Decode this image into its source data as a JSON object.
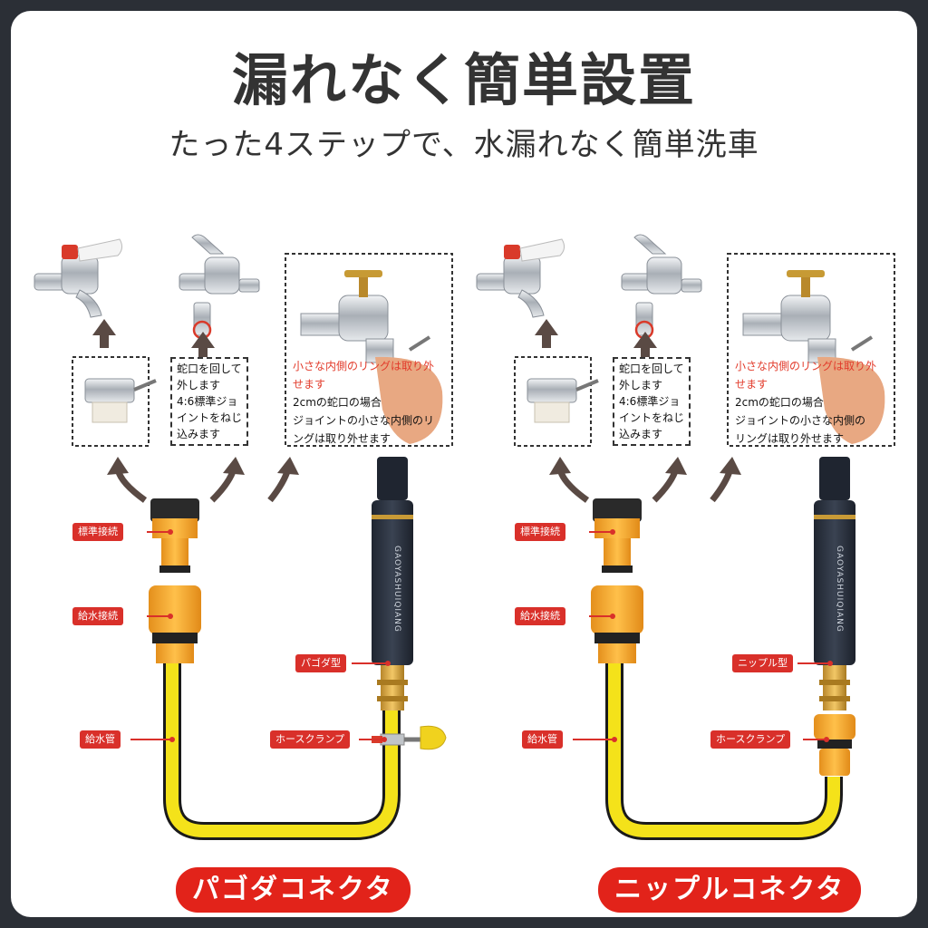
{
  "header": {
    "title": "漏れなく簡単設置",
    "subtitle": "たった4ステップで、水漏れなく簡単洗車"
  },
  "panels": [
    {
      "id": "pagoda",
      "caption": "パゴダコネクタ",
      "note_small": [
        "蛇口を回して",
        "外します",
        "4:6標準ジョ",
        "イントをねじ",
        "込みます"
      ],
      "note_large_red": [
        "小さな内側のリングは取り外",
        "せます"
      ],
      "note_large": [
        "2cmの蛇口の場合",
        "ジョイントの小さな内側のリ",
        "ングは取り外せます"
      ],
      "labels": {
        "standard": "標準接続",
        "supply_connect": "給水接続",
        "supply_pipe": "給水管",
        "connector_type": "パゴダ型",
        "clamp": "ホースクランプ"
      },
      "brand": "GAOYASHUIQIANG"
    },
    {
      "id": "nipple",
      "caption": "ニップルコネクタ",
      "note_small": [
        "蛇口を回して",
        "外します",
        "4:6標準ジョ",
        "イントをねじ",
        "込みます"
      ],
      "note_large_red": [
        "小さな内側のリングは取り外",
        "せます"
      ],
      "note_large": [
        "2cmの蛇口の場合",
        "ジョイントの小さな内側の",
        "リングは取り外せます"
      ],
      "labels": {
        "standard": "標準接続",
        "supply_connect": "給水接続",
        "supply_pipe": "給水管",
        "connector_type": "ニップル型",
        "clamp": "ホースクランプ"
      },
      "brand": "GAOYASHUIQIANG"
    }
  ],
  "colors": {
    "accent_red": "#e2231a",
    "hose_yellow": "#f4e21a",
    "connector_orange": "#f3a72a",
    "nozzle_dark": "#2b3240"
  }
}
